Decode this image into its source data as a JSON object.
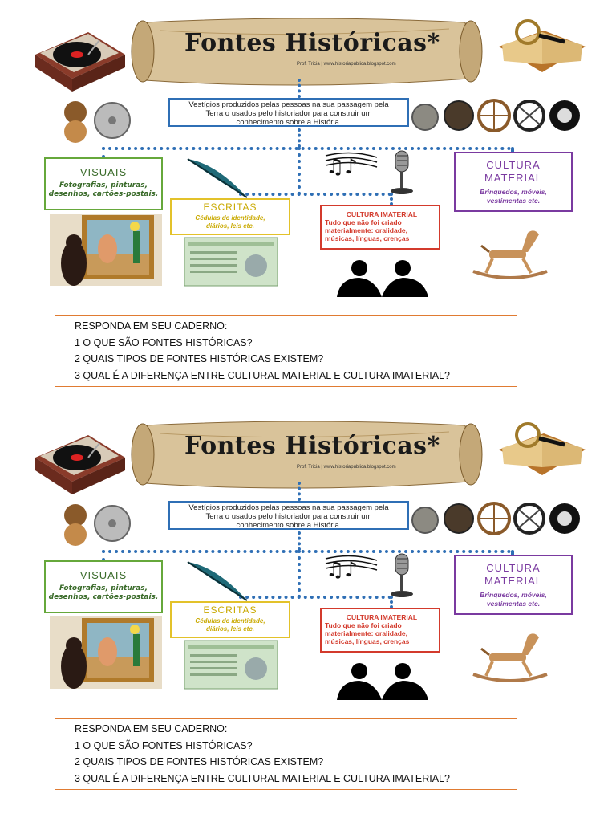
{
  "worksheet": {
    "banner_title": "Fontes Históricas*",
    "banner_credit": "Prof. Tricia | www.historiapublica.blogspot.com",
    "intro_lines": [
      "Vestígios produzidos pelas pessoas na sua passagem pela",
      "Terra o usados pelo historiador para construir um",
      "conhecimento sobre a História."
    ],
    "visuais": {
      "title": "VISUAIS",
      "desc_1": "Fotografias, pinturas,",
      "desc_2": "desenhos, cartões-postais."
    },
    "escritas": {
      "title": "ESCRITAS",
      "desc_1": "Cédulas de identidade,",
      "desc_2": "diários, leis etc."
    },
    "imaterial": {
      "title": "CULTURA IMATERIAL",
      "desc_1": "Tudo que não foi criado",
      "desc_2": "materialmente: oralidade,",
      "desc_3": "músicas, línguas, crenças"
    },
    "material": {
      "title_1": "CULTURA",
      "title_2": "MATERIAL",
      "desc_1": "Brinquedos, móveis,",
      "desc_2": "vestimentas etc."
    },
    "questions": {
      "heading": "RESPONDA EM SEU CADERNO:",
      "q1": "1 O QUE SÃO FONTES HISTÓRICAS?",
      "q2": "2 QUAIS TIPOS DE FONTES HISTÓRICAS EXISTEM?",
      "q3": "3 QUAL É A DIFERENÇA ENTRE CULTURAL MATERIAL E CULTURA IMATERIAL?"
    }
  },
  "colors": {
    "connector": "#2f6fb5",
    "visuais": "#66a83b",
    "escritas": "#e3c22a",
    "imaterial": "#d33a2c",
    "material": "#7a3aa0",
    "question_border": "#e07b32",
    "scroll": "#d9c39a"
  },
  "icons": [
    "record-player-icon",
    "open-book-icon",
    "caveman-icon",
    "wheel-evolution-icon",
    "quill-icon",
    "music-notes-icon",
    "microphone-icon",
    "painting-icon",
    "id-card-icon",
    "people-talking-icon",
    "rocking-horse-icon"
  ]
}
